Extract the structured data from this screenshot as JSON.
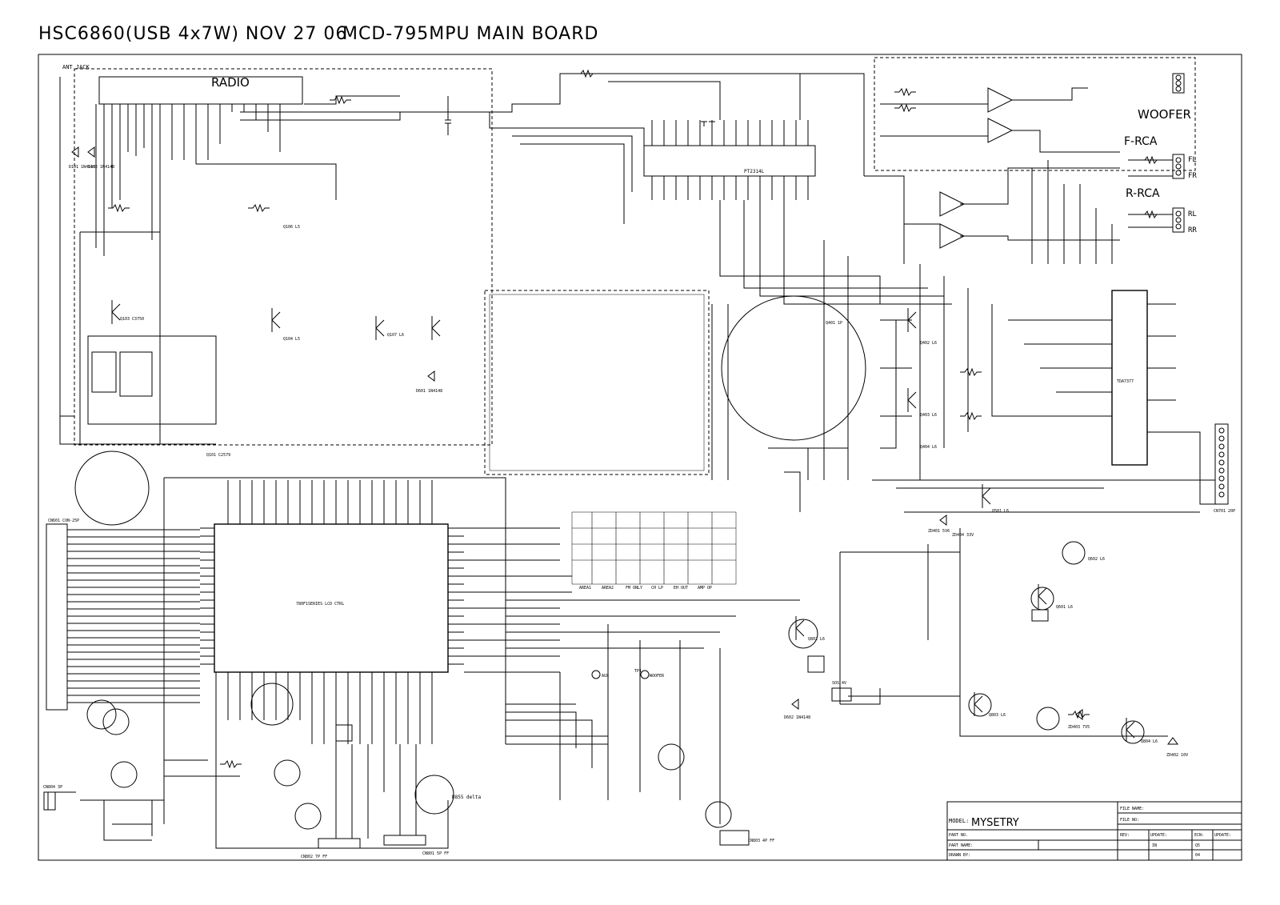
{
  "header": {
    "title": "HSC6860(USB 4x7W) NOV 27 06",
    "board": "MCD-795MPU MAIN BOARD"
  },
  "blocks": {
    "radio": "RADIO",
    "woofer": "WOOFER",
    "front_rca": "F-RCA",
    "rear_rca": "R-RCA",
    "fl": "FL",
    "fr": "FR",
    "rl": "RL",
    "rr": "RR",
    "ant_jack": "ANT JACK",
    "mcu": "780F1SERIES LCD CTRL",
    "amp_ic": "PT2314L",
    "power_ic": "TDA7377",
    "nand": "SOS 4V",
    "delta": "R855 delta"
  },
  "title_block": {
    "model_label": "MODEL:",
    "model_value": "MYSETRY",
    "part_no_label": "PART NO.",
    "part_name_label": "PART NAME:",
    "drawn_label": "DRAWN BY:",
    "file_name_label": "FILE NAME:",
    "file_no_label": "FILE NO:",
    "rev_label": "REV:",
    "update_label": "UPDATE:",
    "ecn_label": "ECN:",
    "update_col_label": "UPDATE:",
    "rev_values": [
      "IN",
      "Q5",
      "04"
    ]
  },
  "connectors": {
    "cn601": "CN601 CON-25P",
    "cn801": "CN801 5P FF",
    "cn802": "CN802 7P FF",
    "cn803": "CN803 4P FF",
    "cn701": "CN701 20P",
    "cn804": "CN804 3P",
    "tp_aux": "AUX",
    "tp_woofer": "WOOFER",
    "tp1": "TP1"
  },
  "bottom_buttons": [
    "AREA1",
    "AREA2",
    "FM ONLY",
    "CH LP",
    "EH OUT",
    "AMP OP"
  ],
  "ic_labels": [
    "Q101 C2579",
    "Q103 C3750",
    "Q104 L5",
    "Q106 L5",
    "Q107 L6",
    "Q401 1P",
    "Q402 L6",
    "Q403 L6",
    "Q404 L6",
    "Q501 L6",
    "Q601 L6",
    "Q602 L6",
    "Q802 L6",
    "Q803 L6",
    "Q804 L6",
    "D101 1N4148",
    "D102 1N4148",
    "D601 1N4148",
    "D602 1N4148",
    "ZD401 5V6",
    "ZD402 10V",
    "ZD403 7V5",
    "ZD404 33V"
  ]
}
